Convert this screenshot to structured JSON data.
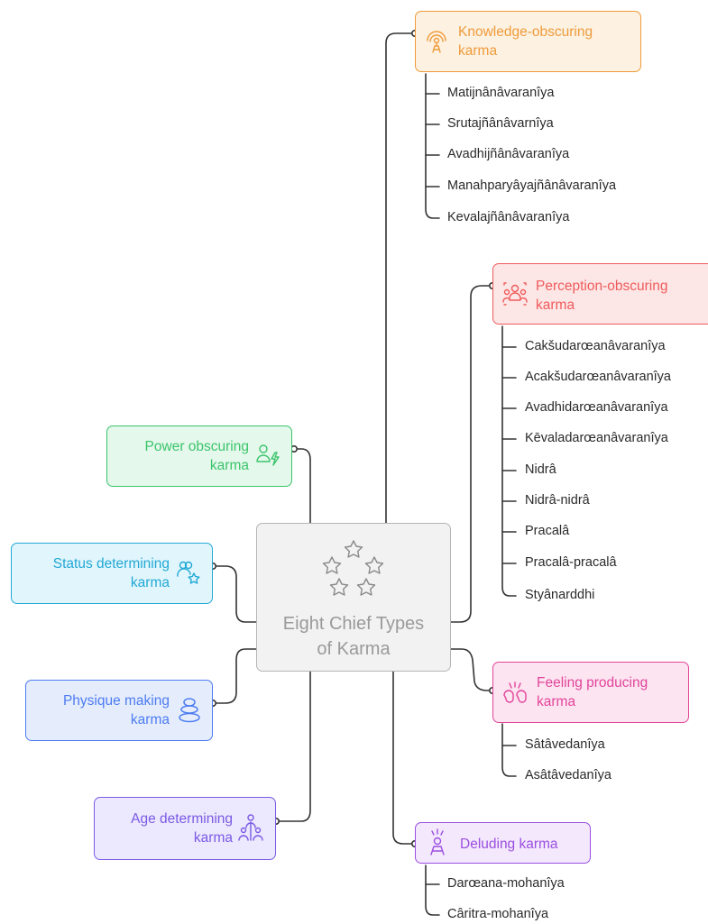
{
  "center": {
    "line1": "Eight Chief Types",
    "line2": "of Karma",
    "icon": "five-stars-icon"
  },
  "colors": {
    "knowledge": "#ef9b3c",
    "perception": "#ef5b5b",
    "feeling": "#e2449a",
    "deluding": "#9b4fe0",
    "power": "#3cc46b",
    "status": "#22a9d6",
    "physique": "#4d7cf0",
    "age": "#7b5ae6",
    "wire": "#333333"
  },
  "knowledge": {
    "title_line1": "Knowledge-obscuring",
    "title_line2": "karma",
    "icon": "mind-icon",
    "items": [
      "Matijnânâvaranîya",
      "Srutajñânâvarnîya",
      "Avadhijñânâvaranîya",
      "Manahparyâyajñânâvaranîya",
      "Kevalajñânâvaranîya"
    ]
  },
  "perception": {
    "title_line1": "Perception-obscuring",
    "title_line2": "karma",
    "icon": "people-group-icon",
    "items": [
      "Cakšudarœanâvaranîya",
      "Acakšudarœanâvaranîya",
      "Avadhidarœanâvaranîya",
      "Kēvaladarœanâvaranîya",
      "Nidrâ",
      "Nidrâ-nidrâ",
      "Pracalâ",
      "Pracalâ-pracalâ",
      "Styânarddhi"
    ]
  },
  "feeling": {
    "title_line1": "Feeling producing",
    "title_line2": "karma",
    "icon": "boxing-gloves-icon",
    "items": [
      "Sâtâvedanîya",
      "Asâtâvedanîya"
    ]
  },
  "deluding": {
    "title": "Deluding karma",
    "icon": "idea-person-icon",
    "items": [
      "Darœana-mohanîya",
      "Câritra-mohanîya"
    ]
  },
  "power": {
    "title_line1": "Power obscuring",
    "title_line2": "karma",
    "icon": "user-power-icon"
  },
  "status": {
    "title_line1": "Status determining",
    "title_line2": "karma",
    "icon": "user-star-icon"
  },
  "physique": {
    "title_line1": "Physique making",
    "title_line2": "karma",
    "icon": "stacked-stones-icon"
  },
  "age": {
    "title_line1": "Age determining",
    "title_line2": "karma",
    "icon": "family-icon"
  }
}
